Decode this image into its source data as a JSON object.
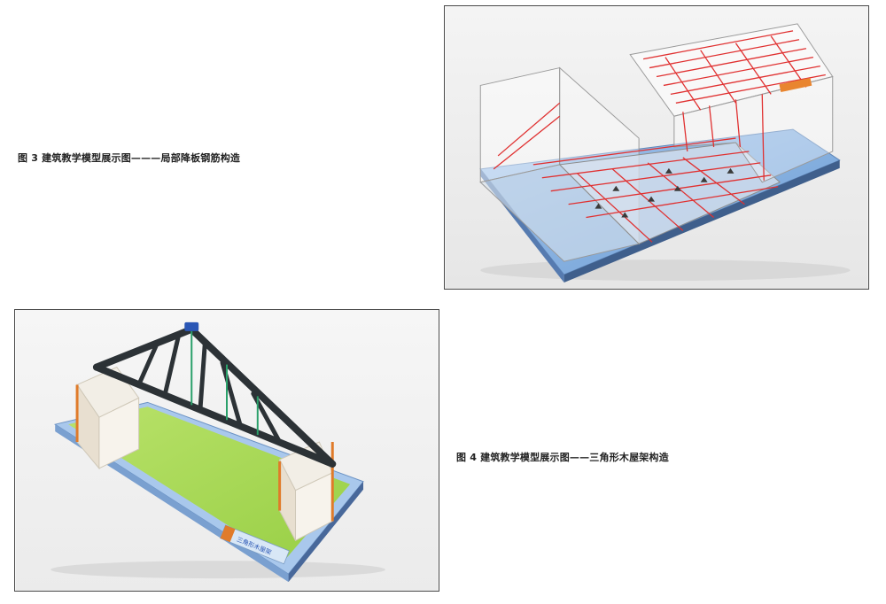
{
  "figures": {
    "fig3": {
      "caption": "图 3 建筑教学模型展示图———局部降板钢筋构造"
    },
    "fig4": {
      "caption": "图 4  建筑教学模型展示图——三角形木屋架构造",
      "model_label": "三角形木屋架"
    }
  }
}
